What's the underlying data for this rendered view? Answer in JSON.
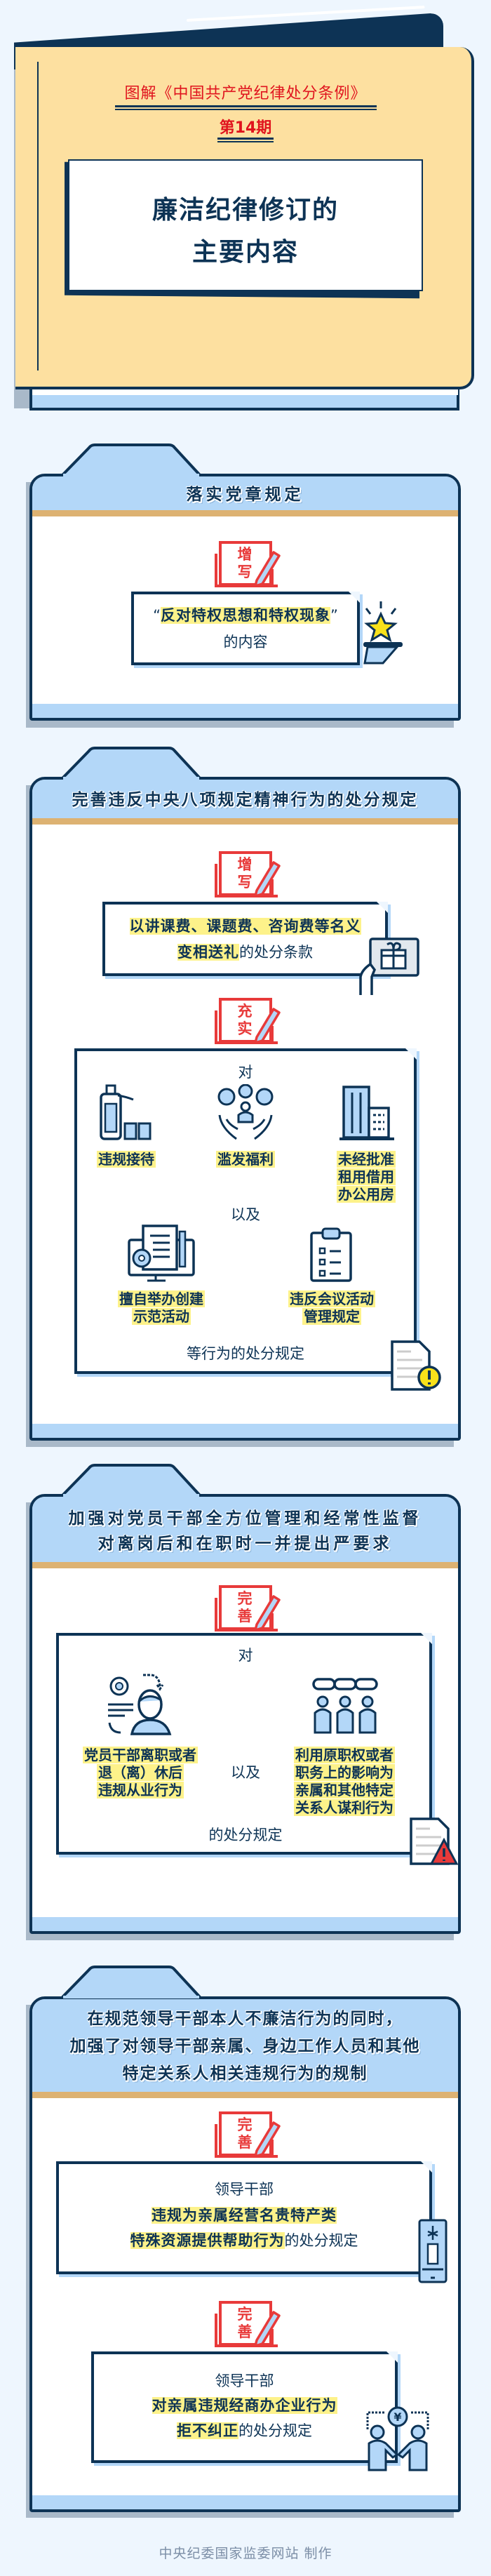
{
  "header": {
    "series_title": "图解《中国共产党纪律处分条例》",
    "issue": "第14期",
    "title_line1": "廉洁纪律修订的",
    "title_line2": "主要内容"
  },
  "colors": {
    "background": "#eef6fe",
    "navy": "#0d3355",
    "light_blue": "#b3d7f8",
    "tan": "#ddb272",
    "cover_yellow": "#fde0a0",
    "highlight": "#fdf28a",
    "badge_red": "#e83a3a",
    "title_red": "#e0141e"
  },
  "sections": [
    {
      "title": "落实党章规定",
      "badge": [
        "增",
        "写"
      ],
      "quote_open": "“",
      "highlight": "反对特权思想和特权现象",
      "quote_close": "”",
      "tail": "的内容",
      "icon": "star-on-hand-icon"
    },
    {
      "title": "完善违反中央八项规定精神行为的处分规定",
      "block1": {
        "badge": [
          "增",
          "写"
        ],
        "highlight1": "以讲课费、课题费、咨询费等名义",
        "highlight2": "变相送礼",
        "tail": "的处分条款",
        "icon": "gift-card-icon"
      },
      "block2": {
        "badge": [
          "充",
          "实"
        ],
        "lead": "对",
        "items": [
          {
            "lines": [
              "违规接待"
            ],
            "icon": "liquor-bottle-icon"
          },
          {
            "lines": [
              "滥发福利"
            ],
            "icon": "hands-welfare-icon"
          },
          {
            "lines": [
              "未经批准",
              "租用借用",
              "办公用房"
            ],
            "icon": "office-building-icon"
          },
          {
            "lines": [
              "擅自举办创建",
              "示范活动"
            ],
            "icon": "monitor-document-icon"
          },
          {
            "lines": [
              "违反会议活动",
              "管理规定"
            ],
            "icon": "clipboard-checklist-icon"
          }
        ],
        "connector": "以及",
        "tail": "等行为的处分规定",
        "icon": "document-warning-icon"
      }
    },
    {
      "title_lines": [
        "加强对党员干部全方位管理和经常性监督",
        "对离岗后和在职时一并提出严要求"
      ],
      "badge": [
        "完",
        "善"
      ],
      "lead": "对",
      "left_item": [
        "党员干部离职或者",
        "退（离）休后",
        "违规从业行为"
      ],
      "connector": "以及",
      "right_item": [
        "利用原职权或者",
        "职务上的影响为",
        "亲属和其他特定",
        "关系人谋利行为"
      ],
      "tail": "的处分规定",
      "icons": [
        "person-gear-icon",
        "people-chain-icon",
        "document-alert-icon"
      ]
    },
    {
      "title_lines": [
        "在规范领导干部本人不廉洁行为的同时，",
        "加强了对领导干部亲属、身边工作人员和其他",
        "特定关系人相关违规行为的规制"
      ],
      "block1": {
        "badge": [
          "完",
          "善"
        ],
        "lead": "领导干部",
        "highlight1": "违规为亲属经营名贵特产类",
        "highlight2": "特殊资源提供帮助行为",
        "tail": "的处分规定",
        "icon": "phone-product-icon"
      },
      "block2": {
        "badge": [
          "完",
          "善"
        ],
        "lead": "领导干部",
        "highlight1": "对亲属违规经商办企业行为",
        "highlight2": "拒不纠正",
        "tail": "的处分规定",
        "icon": "handshake-money-icon"
      }
    }
  ],
  "footer": "中央纪委国家监委网站 制作"
}
